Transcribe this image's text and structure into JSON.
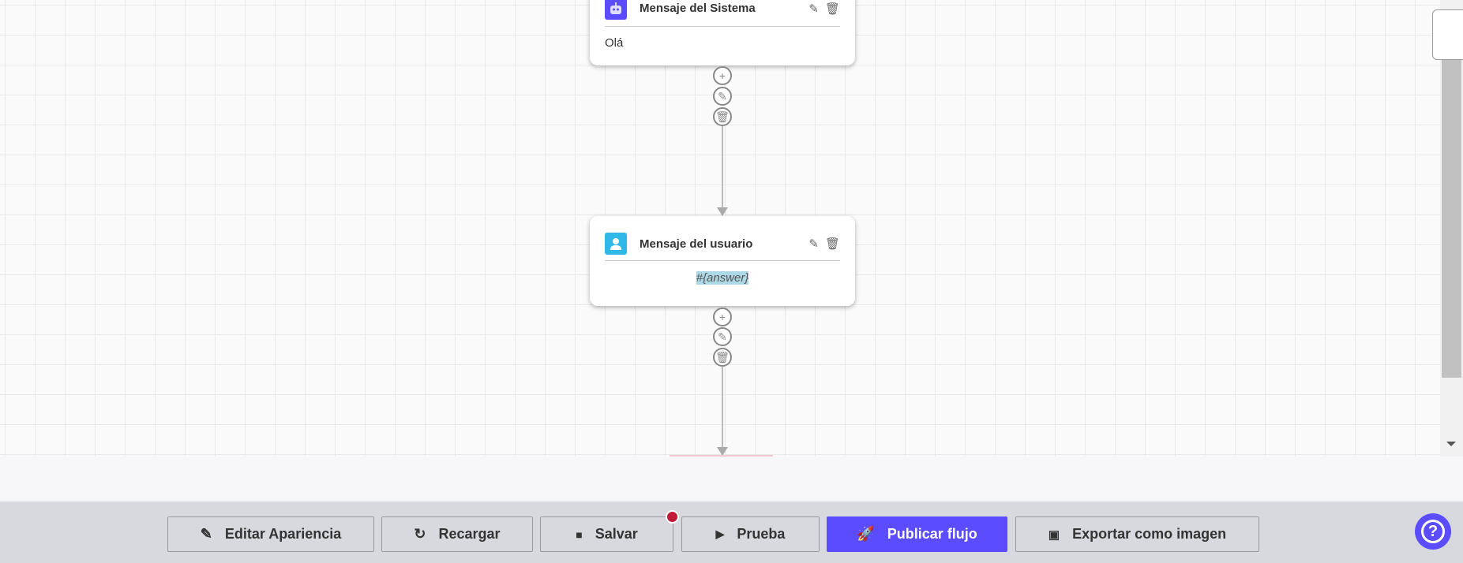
{
  "nodes": [
    {
      "title": "Mensaje del Sistema",
      "body": "Olá",
      "icon": "robot-icon",
      "icon_color": "#5b4dff"
    },
    {
      "title": "Mensaje del usuario",
      "body": "#{answer}",
      "icon": "user-icon",
      "icon_color": "#2fb8e8"
    }
  ],
  "toolbar": {
    "edit_appearance": "Editar Apariencia",
    "reload": "Recargar",
    "save": "Salvar",
    "test": "Prueba",
    "publish": "Publicar flujo",
    "export": "Exportar como imagen"
  },
  "colors": {
    "accent": "#5b4dff",
    "unsaved_dot": "#c01c37"
  },
  "help_label": "?"
}
